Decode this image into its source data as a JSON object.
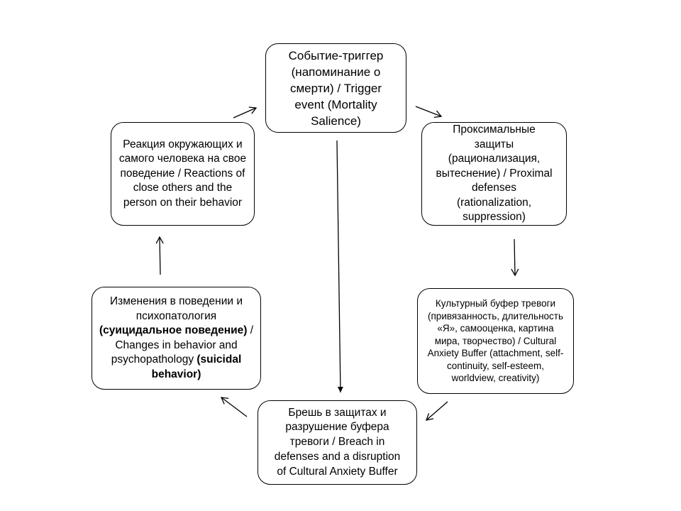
{
  "nodes": {
    "trigger": {
      "text": "Событие-триггер (напоминание о смерти) / Trigger event (Mortality Salience)"
    },
    "proximal": {
      "text": "Проксимальные защиты (рационализация, вытеснение) / Proximal defenses (rationalization, suppression)"
    },
    "buffer": {
      "text": "Культурный буфер тревоги (привязанность, длительность «Я», самооценка, картина мира, творчество) / Cultural Anxiety Buffer (attachment, self-continuity, self-esteem, worldview, creativity)"
    },
    "breach": {
      "text": "Брешь в защитах и разрушение буфера тревоги / Breach in defenses and a disruption of Cultural Anxiety Buffer"
    },
    "changes": {
      "part1": "Изменения в поведении и психопатология ",
      "part2_bold": "(суицидальное поведение)",
      "part3": " / Changes in behavior and psychopathology ",
      "part4_bold": "(suicidal behavior)"
    },
    "reactions": {
      "text": "Реакция окружающих и самого человека на свое поведение / Reactions of close others and the person on their behavior"
    }
  },
  "edges": [
    {
      "from": "trigger",
      "to": "proximal"
    },
    {
      "from": "proximal",
      "to": "buffer"
    },
    {
      "from": "buffer",
      "to": "breach"
    },
    {
      "from": "trigger",
      "to": "breach"
    },
    {
      "from": "breach",
      "to": "changes"
    },
    {
      "from": "changes",
      "to": "reactions"
    },
    {
      "from": "reactions",
      "to": "trigger"
    }
  ]
}
